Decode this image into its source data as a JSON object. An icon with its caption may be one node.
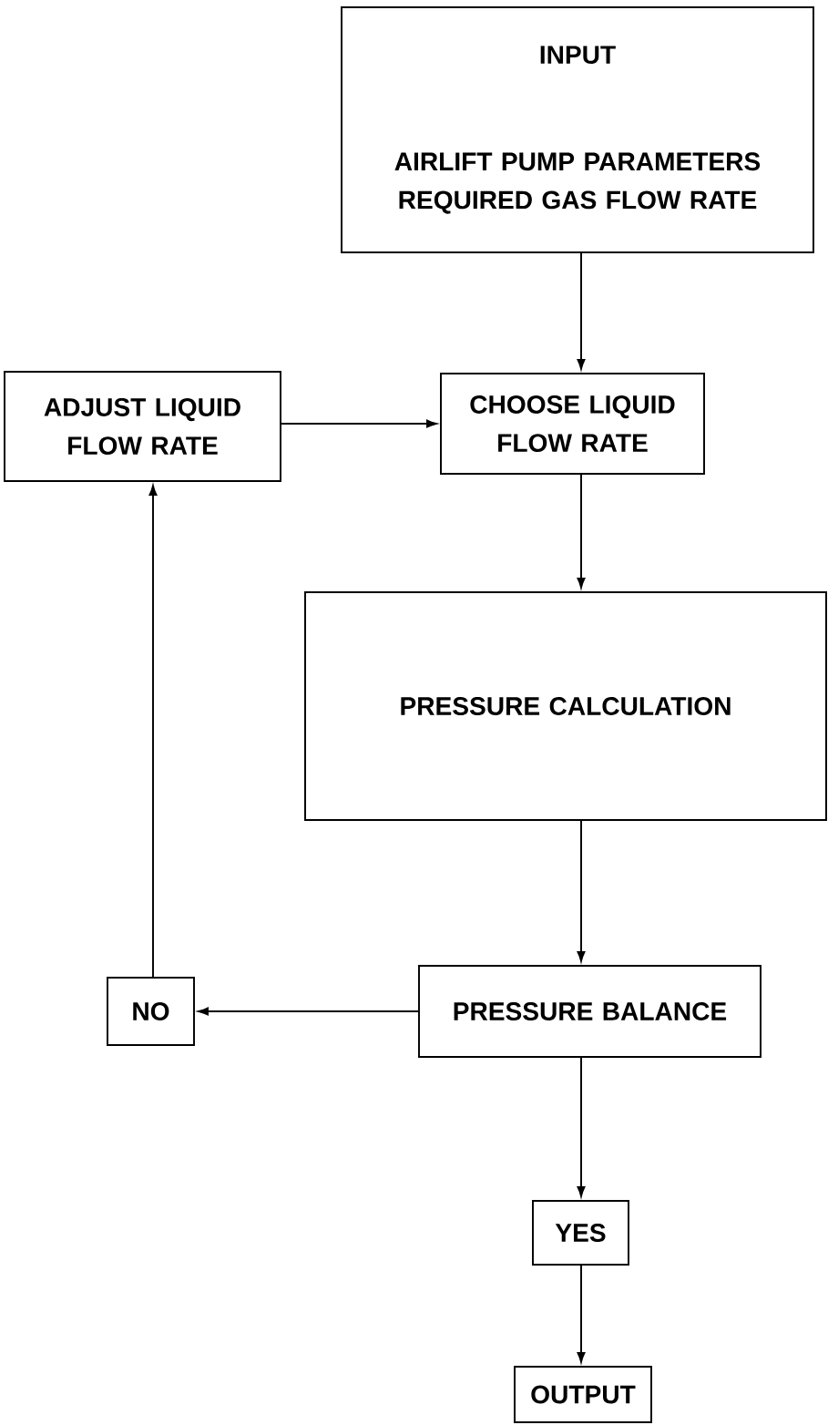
{
  "diagram": {
    "nodes": [
      {
        "text": [
          "INPUT",
          "AIRLIFT PUMP PARAMETERS REQUIRED GAS FLOW RATE"
        ]
      },
      {
        "text": [
          "ADJUST LIQUID FLOW RATE"
        ]
      },
      {
        "text": [
          "CHOOSE LIQUID FLOW RATE"
        ]
      },
      {
        "text": [
          "PRESSURE CALCULATION"
        ]
      },
      {
        "text": [
          "PRESSURE BALANCE"
        ]
      },
      {
        "text": [
          "NO"
        ]
      },
      {
        "text": [
          "YES"
        ]
      },
      {
        "text": [
          "OUTPUT"
        ]
      }
    ],
    "edges": [
      {
        "from": 0,
        "to": 2,
        "arrow": "to"
      },
      {
        "from": 1,
        "to": 2,
        "arrow": "to"
      },
      {
        "from": 2,
        "to": 3,
        "arrow": "to"
      },
      {
        "from": 3,
        "to": 4,
        "arrow": "to"
      },
      {
        "from": 4,
        "to": 5,
        "arrow": "to"
      },
      {
        "from": 5,
        "to": 1,
        "arrow": "to"
      },
      {
        "from": 4,
        "to": 6,
        "arrow": "to"
      },
      {
        "from": 6,
        "to": 7,
        "arrow": "to"
      }
    ]
  }
}
